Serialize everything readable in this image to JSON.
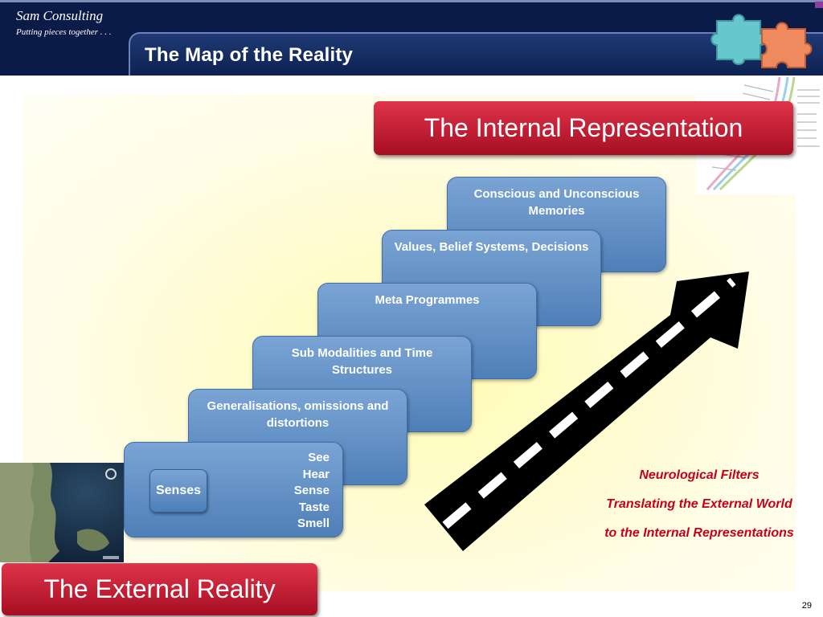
{
  "header": {
    "brand": "Sam Consulting",
    "tagline": "Putting pieces together . . .",
    "title": "The Map of the Reality"
  },
  "internal_representation_title": "The Internal Representation",
  "external_reality_title": "The External Reality",
  "filter_steps": [
    {
      "label": "Conscious and Unconscious Memories"
    },
    {
      "label": "Values, Belief Systems, Decisions"
    },
    {
      "label": "Meta Programmes"
    },
    {
      "label": "Sub Modalities and Time Structures"
    },
    {
      "label": "Generalisations, omissions and distortions"
    }
  ],
  "senses": {
    "label": "Senses",
    "items": [
      "See",
      "Hear",
      "Sense",
      "Taste",
      "Smell"
    ]
  },
  "filter_caption": [
    "Neurological Filters",
    "Translating the External World",
    "to the Internal Representations"
  ],
  "page_number": "29",
  "colors": {
    "header_navy": "#0b1b47",
    "title_red": "#c41a30",
    "step_blue": "#5f8fc6",
    "caption_red": "#c4001a"
  }
}
